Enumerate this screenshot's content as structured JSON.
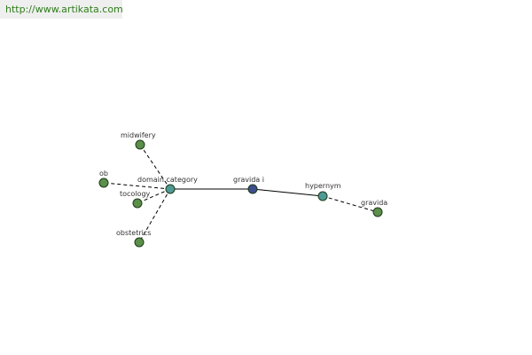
{
  "header": {
    "url": "http://www.artikata.com"
  },
  "colors": {
    "leaf_node": "#5b8f4a",
    "relation_node": "#4e9a96",
    "center_node": "#3e4e8c",
    "edge": "#000000",
    "url_text": "#2e7d1a"
  },
  "graph": {
    "nodes": [
      {
        "id": "midwifery",
        "label": "midwifery",
        "kind": "leaf"
      },
      {
        "id": "ob",
        "label": "ob",
        "kind": "leaf"
      },
      {
        "id": "tocology",
        "label": "tocology",
        "kind": "leaf"
      },
      {
        "id": "obstetrics",
        "label": "obstetrics",
        "kind": "leaf"
      },
      {
        "id": "domain_category",
        "label": "domain category",
        "kind": "relation"
      },
      {
        "id": "gravida_i",
        "label": "gravida i",
        "kind": "center"
      },
      {
        "id": "hypernym",
        "label": "hypernym",
        "kind": "relation"
      },
      {
        "id": "gravida",
        "label": "gravida",
        "kind": "leaf"
      }
    ],
    "edges": [
      {
        "from": "domain_category",
        "to": "midwifery",
        "style": "dashed"
      },
      {
        "from": "domain_category",
        "to": "ob",
        "style": "dashed"
      },
      {
        "from": "domain_category",
        "to": "tocology",
        "style": "dashed"
      },
      {
        "from": "domain_category",
        "to": "obstetrics",
        "style": "dashed"
      },
      {
        "from": "domain_category",
        "to": "gravida_i",
        "style": "solid"
      },
      {
        "from": "gravida_i",
        "to": "hypernym",
        "style": "solid"
      },
      {
        "from": "hypernym",
        "to": "gravida",
        "style": "dashed"
      }
    ]
  }
}
